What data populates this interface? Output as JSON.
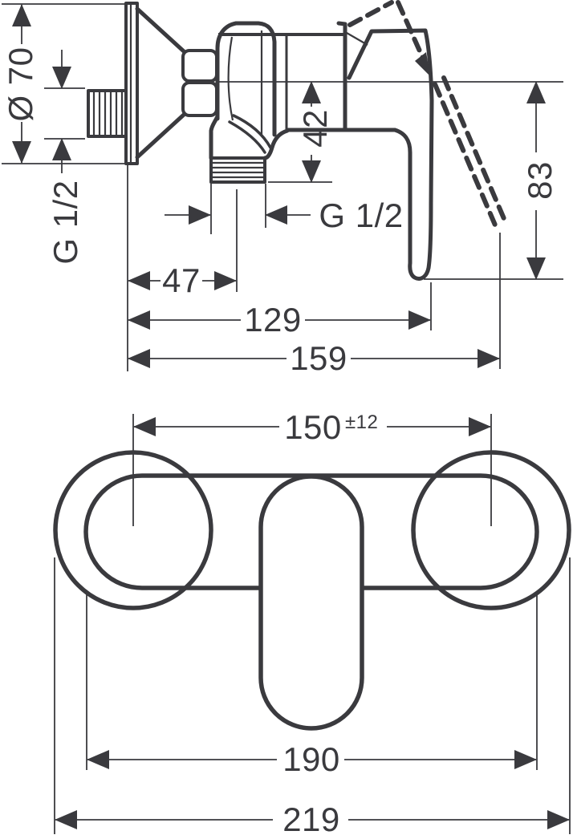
{
  "colors": {
    "ink": "#3a3a3e",
    "background": "#ffffff"
  },
  "side_view": {
    "escutcheon_diameter_label": "Ø 70",
    "wall_thread_label": "G 1/2",
    "axis_to_outlet_label": "42",
    "axis_to_handle_label": "83",
    "outlet_thread_label": "G 1/2",
    "wall_to_outlet_label": "47",
    "depth_closed_label": "129",
    "depth_open_label": "159"
  },
  "front_view": {
    "center_distance_label": "150",
    "center_distance_tolerance_label": "±12",
    "body_width_label": "190",
    "overall_width_label": "219"
  }
}
